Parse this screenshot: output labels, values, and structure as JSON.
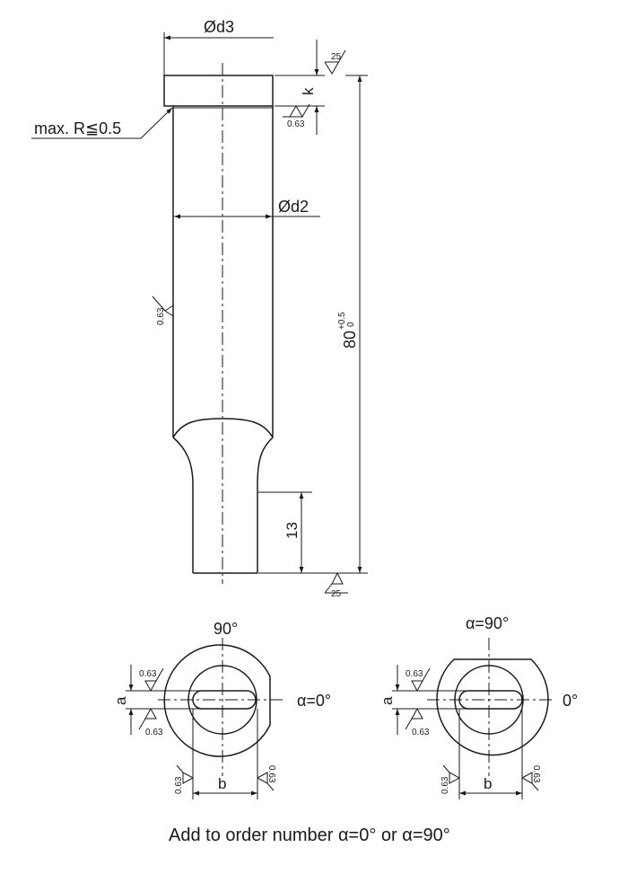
{
  "dimensions": {
    "d3": "Ød3",
    "d2": "Ød2",
    "k": "k",
    "radius_note": "max. R≦0.5",
    "length": "80",
    "length_tol_upper": "+0.5",
    "length_tol_lower": "0",
    "flat_length": "13"
  },
  "surface_finish": {
    "head_top": "25",
    "head_under": "0.63",
    "shank": "0.63",
    "tip": "25"
  },
  "section_left": {
    "top_label": "90°",
    "right_label": "α=0°",
    "a": "a",
    "b": "b",
    "finish": "0.63"
  },
  "section_right": {
    "top_label": "α=90°",
    "right_label": "0°",
    "a": "a",
    "b": "b",
    "finish": "0.63"
  },
  "caption": "Add to order number α=0° or α=90°"
}
